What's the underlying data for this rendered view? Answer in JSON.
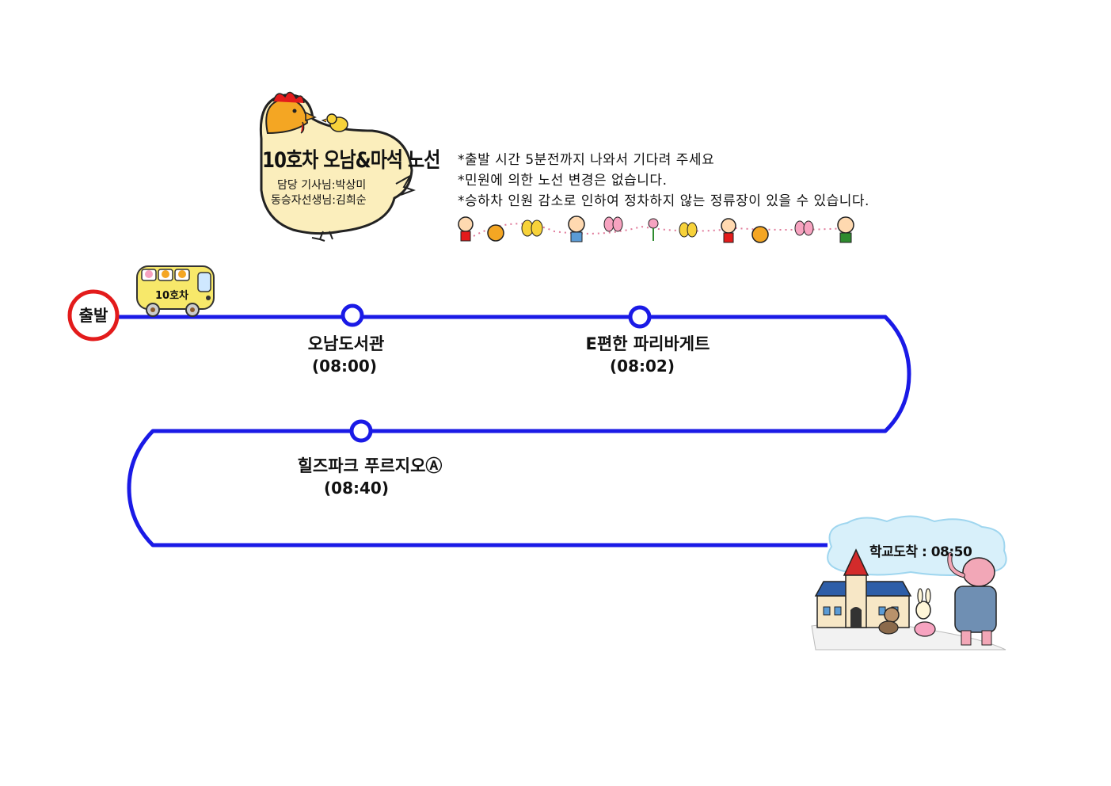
{
  "header": {
    "title": "10호차 오남&마석 노선",
    "driver": "담당 기사님:박상미",
    "teacher": "동승자선생님:김희순"
  },
  "notices": [
    "*출발 시간 5분전까지 나와서 기다려 주세요",
    "*민원에 의한 노선 변경은 없습니다.",
    "*승하차 인원 감소로 인하여 정차하지 않는 정류장이  있을 수 있습니다."
  ],
  "start": {
    "label": "출발"
  },
  "bus": {
    "label": "10호차"
  },
  "stops": [
    {
      "name": "오남도서관",
      "time": "(08:00)"
    },
    {
      "name": "E편한  파리바게트",
      "time": "(08:02)"
    },
    {
      "name": "힐즈파크  푸르지오Ⓐ",
      "time": "(08:40)"
    }
  ],
  "arrival": {
    "label": "학교도착 : 08:50"
  },
  "colors": {
    "route": "#1a1ae6",
    "start_ring": "#e31b1b",
    "bus_body": "#f7e86a",
    "hen_body": "#fbeebc",
    "hen_head": "#f4a623",
    "cloud": "#d8f0fa"
  }
}
